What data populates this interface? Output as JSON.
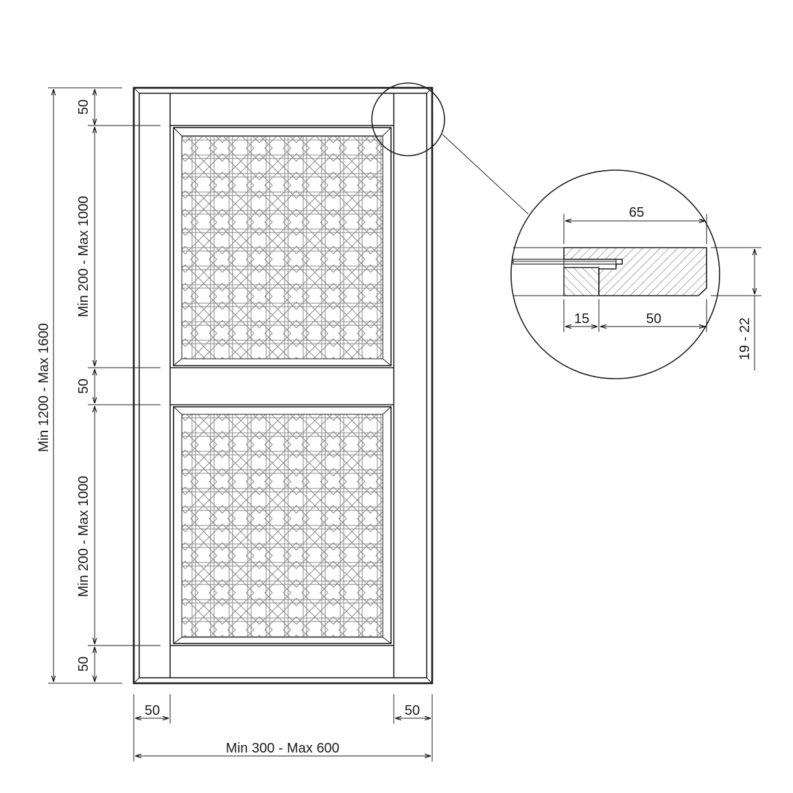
{
  "colors": {
    "ink": "#1a1a1a",
    "cane": "#8a8a8a",
    "background": "#ffffff",
    "hatch": "#555555"
  },
  "dimensions": {
    "overall_height": "Min 1200 - Max 1600",
    "top_rail": "50",
    "upper_panel": "Min 200 - Max 1000",
    "middle_rail": "50",
    "lower_panel": "Min 200 - Max 1000",
    "bottom_rail": "50",
    "left_stile": "50",
    "right_stile": "50",
    "overall_width": "Min 300 - Max 600"
  },
  "detail": {
    "profile_width": "65",
    "groove": "15",
    "tongue": "50",
    "thickness": "19 - 22"
  }
}
